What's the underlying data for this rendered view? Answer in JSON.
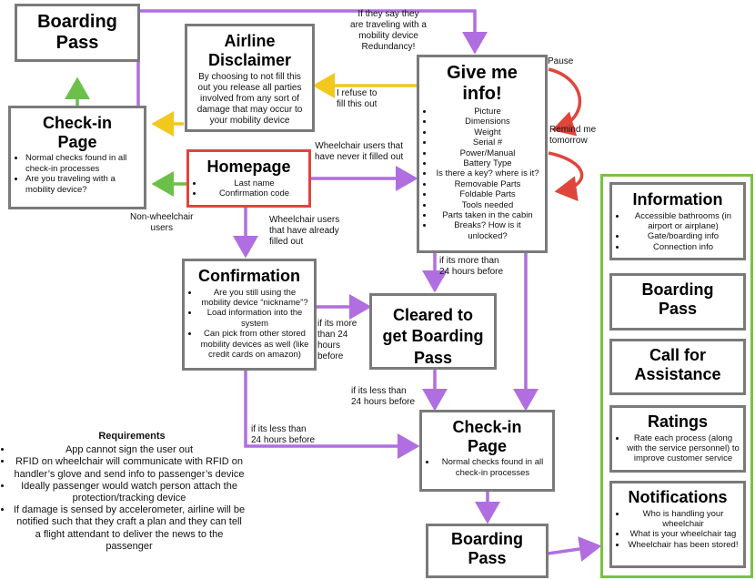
{
  "boxes": {
    "boarding_pass_top": {
      "title": "Boarding\nPass"
    },
    "airline_disclaimer": {
      "title": "Airline\nDisclaimer",
      "text": "By choosing to not fill this out you release all parties involved from any sort of damage that may occur to your mobility device"
    },
    "give_info": {
      "title": "Give me\ninfo!",
      "items": [
        "Picture",
        "Dimensions",
        "Weight",
        "Serial #",
        "Power/Manual",
        "Battery Type",
        "Is there a key? where is it?",
        "Removable Parts",
        "Foldable Parts",
        "Tools needed",
        "Parts taken in the cabin",
        "Breaks? How is it unlocked?"
      ]
    },
    "checkin_left": {
      "title": "Check-in\nPage",
      "items": [
        "Normal checks found in all check-in processes",
        "Are you traveling with a mobility device?"
      ]
    },
    "homepage": {
      "title": "Homepage",
      "items": [
        "Last name",
        "Confirmation code"
      ]
    },
    "confirmation": {
      "title": "Confirmation",
      "items": [
        "Are you still using the mobility device “nickname”?",
        "Load information into the system",
        "Can pick from other stored mobility devices as well (like credit cards on amazon)"
      ]
    },
    "cleared": {
      "title": "Cleared to\nget Boarding\nPass"
    },
    "checkin_bottom": {
      "title": "Check-in\nPage",
      "items": [
        "Normal checks found in all check-in processes"
      ]
    },
    "boarding_pass_bottom": {
      "title": "Boarding\nPass"
    },
    "information": {
      "title": "Information",
      "items": [
        "Accessible bathrooms (in airport or airplane)",
        "Gate/boarding info",
        "Connection info"
      ]
    },
    "boarding_pass_side": {
      "title": "Boarding\nPass"
    },
    "call_assistance": {
      "title": "Call for\nAssistance"
    },
    "ratings": {
      "title": "Ratings",
      "items": [
        "Rate each process (along with the service personnel) to improve customer service"
      ]
    },
    "notifications": {
      "title": "Notifications",
      "items": [
        "Who is handling your wheelchair",
        "What is your wheelchair tag",
        "Wheelchair has been stored!"
      ]
    }
  },
  "labels": {
    "redundancy": "If they say they\nare traveling with a\nmobility device\nRedundancy!",
    "pause": "Pause",
    "remind": "Remind me\ntomorrow",
    "refuse": "I refuse to\nfill  this out",
    "never_filled": "Wheelchair users that\nhave never it filled out",
    "non_wheelchair": "Non-wheelchair\nusers",
    "already_filled": "Wheelchair users\nthat have already\nfilled out",
    "more24_a": "if its more than\n24 hours before",
    "more24_b": "if its more\nthan 24\nhours\nbefore",
    "less24_a": "if its less than\n24 hours before",
    "less24_b": "if its less than\n24 hours before"
  },
  "requirements": {
    "heading": "Requirements",
    "items": [
      "App cannot sign the user out",
      "RFID on wheelchair will communicate with RFID on handler’s glove and send info to passenger’s device",
      "Ideally passenger would watch person attach the protection/tracking device",
      "If damage is sensed by accelerometer, airline will be notified such that they craft a plan and they can tell a flight attendant to deliver the news to the passenger"
    ]
  },
  "colors": {
    "box_border": "#7a7a7a",
    "homepage_border": "#e0453c",
    "panel_border": "#7bc043",
    "purple": "#b06ee0",
    "green": "#6cc04a",
    "yellow": "#f2c81e",
    "red": "#e0453c"
  }
}
